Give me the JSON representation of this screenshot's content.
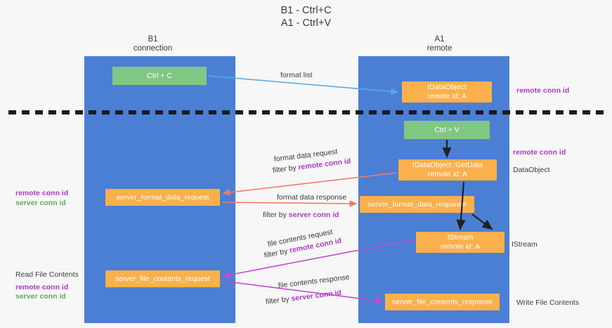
{
  "title": "B1 - Ctrl+C\nA1 - Ctrl+V",
  "columns": [
    {
      "name": "b1",
      "label": "B1\nconnection"
    },
    {
      "name": "a1",
      "label": "A1\nremote"
    }
  ],
  "nodes": {
    "ctrl_c": "Ctrl + C",
    "idataobject": "IDataObject\nremote id: A",
    "ctrl_v": "Ctrl + V",
    "getdata": "IDataObject::GetData\nremote id: A",
    "server_format_data_request": "server_format_data_request",
    "server_format_data_response": "server_format_data_response",
    "istream": "IStream\nremote id: A",
    "server_file_contents_request": "server_file_contents_request",
    "server_file_contents_response": "server_file_contents_response"
  },
  "edge_labels": {
    "format_list": "format list",
    "format_data_request": "format data request",
    "format_data_request_filter_prefix": "filter by ",
    "format_data_request_filter_key": "remote conn id",
    "format_data_response": "format data response",
    "format_data_response_filter_prefix": "filter by ",
    "format_data_response_filter_key": "server conn id",
    "file_contents_request": "file contents request",
    "file_contents_request_filter_prefix": "filter by ",
    "file_contents_request_filter_key": "remote conn id",
    "file_contents_response": "file contents response",
    "file_contents_response_filter_prefix": "filter by ",
    "file_contents_response_filter_key": "server conn id"
  },
  "annotations": {
    "right_remote_conn_id_top": "remote conn id",
    "right_remote_conn_id_mid": "remote conn id",
    "right_dataobject": "DataObject",
    "right_istream": "IStream",
    "right_write_file_contents": "Write File Contents",
    "left_remote_conn_id": "remote conn id",
    "left_server_conn_id": "server conn id",
    "left_read_file_contents": "Read File Contents",
    "left_remote_conn_id_2": "remote conn id",
    "left_server_conn_id_2": "server conn id"
  },
  "colors": {
    "lane": "#4a7fd4",
    "node_green": "#81c784",
    "node_orange": "#fbb04c",
    "accent_purple": "#a93bc4",
    "accent_green": "#5faa5f",
    "arrow_blue": "#5aa9e6",
    "arrow_red": "#f4796b",
    "arrow_magenta": "#c44ad0",
    "arrow_black": "#222222",
    "divider": "#1a1a1a",
    "background": "#f7f7f7"
  }
}
